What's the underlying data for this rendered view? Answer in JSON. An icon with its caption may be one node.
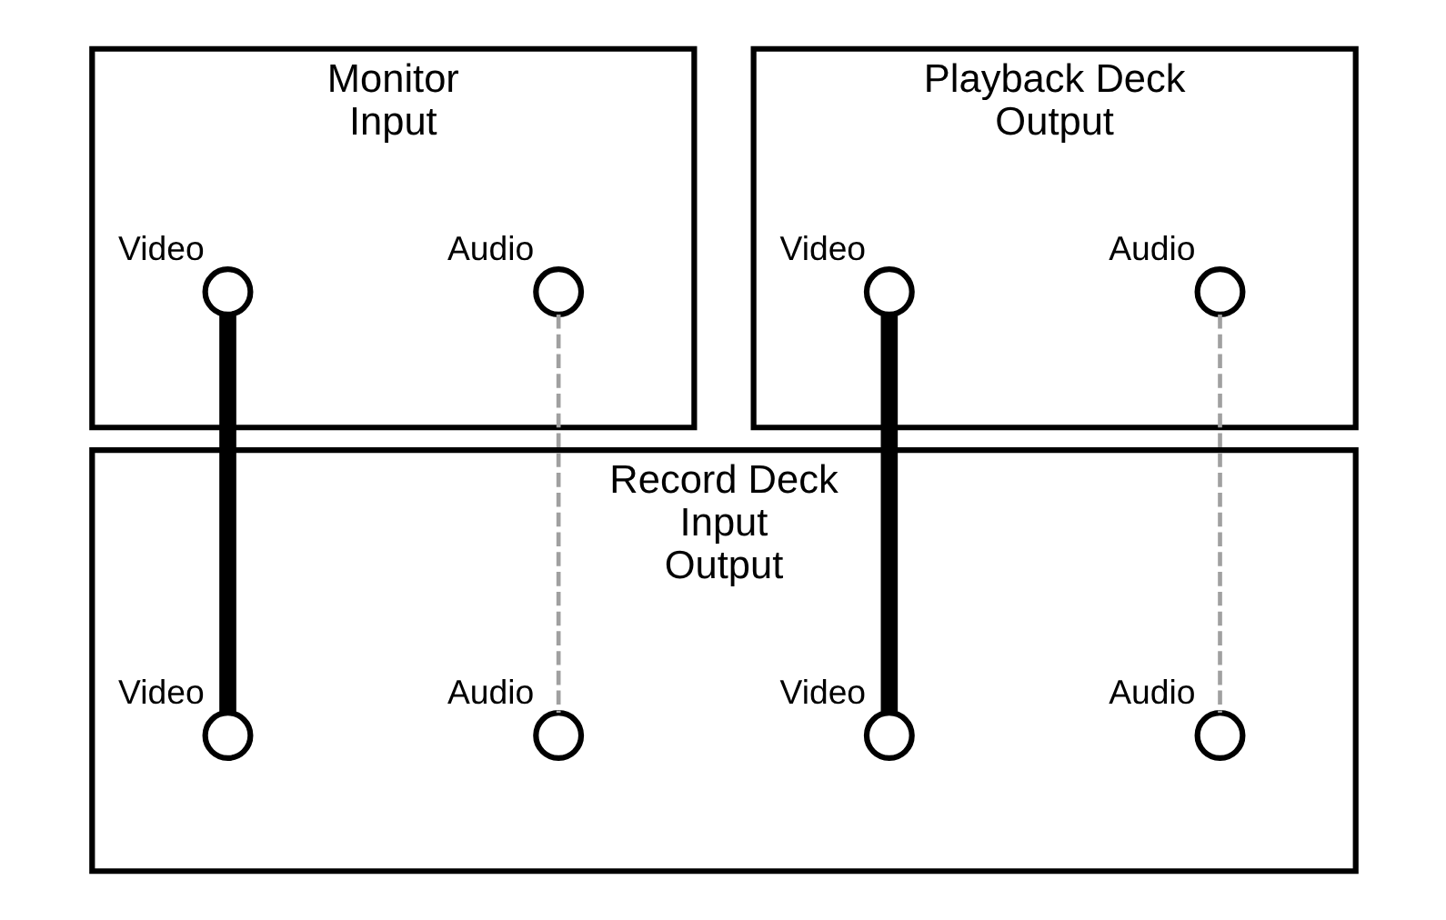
{
  "diagram": {
    "nodes": [
      {
        "text": [
          "Monitor",
          "Input"
        ]
      },
      {
        "text": [],
        "shape": "circle",
        "in": 0,
        "beside": [
          "Audio"
        ]
      },
      {
        "text": [],
        "shape": "circle",
        "in": 0,
        "beside": [
          "Video"
        ]
      },
      {
        "text": [
          "Playback Deck",
          "Output"
        ]
      },
      {
        "text": [],
        "shape": "circle",
        "in": 3,
        "beside": [
          "Audio"
        ]
      },
      {
        "text": [],
        "shape": "circle",
        "in": 3,
        "beside": [
          "Video"
        ]
      },
      {
        "text": [
          "Record Deck",
          "Input",
          "Output"
        ]
      },
      {
        "text": [],
        "shape": "circle",
        "in": 6,
        "beside": [
          "Audio"
        ]
      },
      {
        "text": [],
        "shape": "circle",
        "in": 6,
        "beside": [
          "Video"
        ]
      },
      {
        "text": [],
        "shape": "circle",
        "in": 6,
        "beside": [
          "Audio"
        ]
      },
      {
        "text": [],
        "shape": "circle",
        "in": 6,
        "beside": [
          "Video"
        ]
      }
    ],
    "edges": [
      {
        "from": 4,
        "to": 7,
        "arrow": "none",
        "style": "dashed",
        "color": "#a0a0a0"
      },
      {
        "from": 5,
        "to": 8,
        "arrow": "none",
        "style": "thick",
        "color": "#000000"
      },
      {
        "from": 10,
        "to": 2,
        "arrow": "none",
        "style": "thick",
        "color": "#000000"
      },
      {
        "from": 1,
        "to": 9,
        "arrow": "none",
        "style": "dashed",
        "color": "#a0a0a0"
      }
    ]
  }
}
